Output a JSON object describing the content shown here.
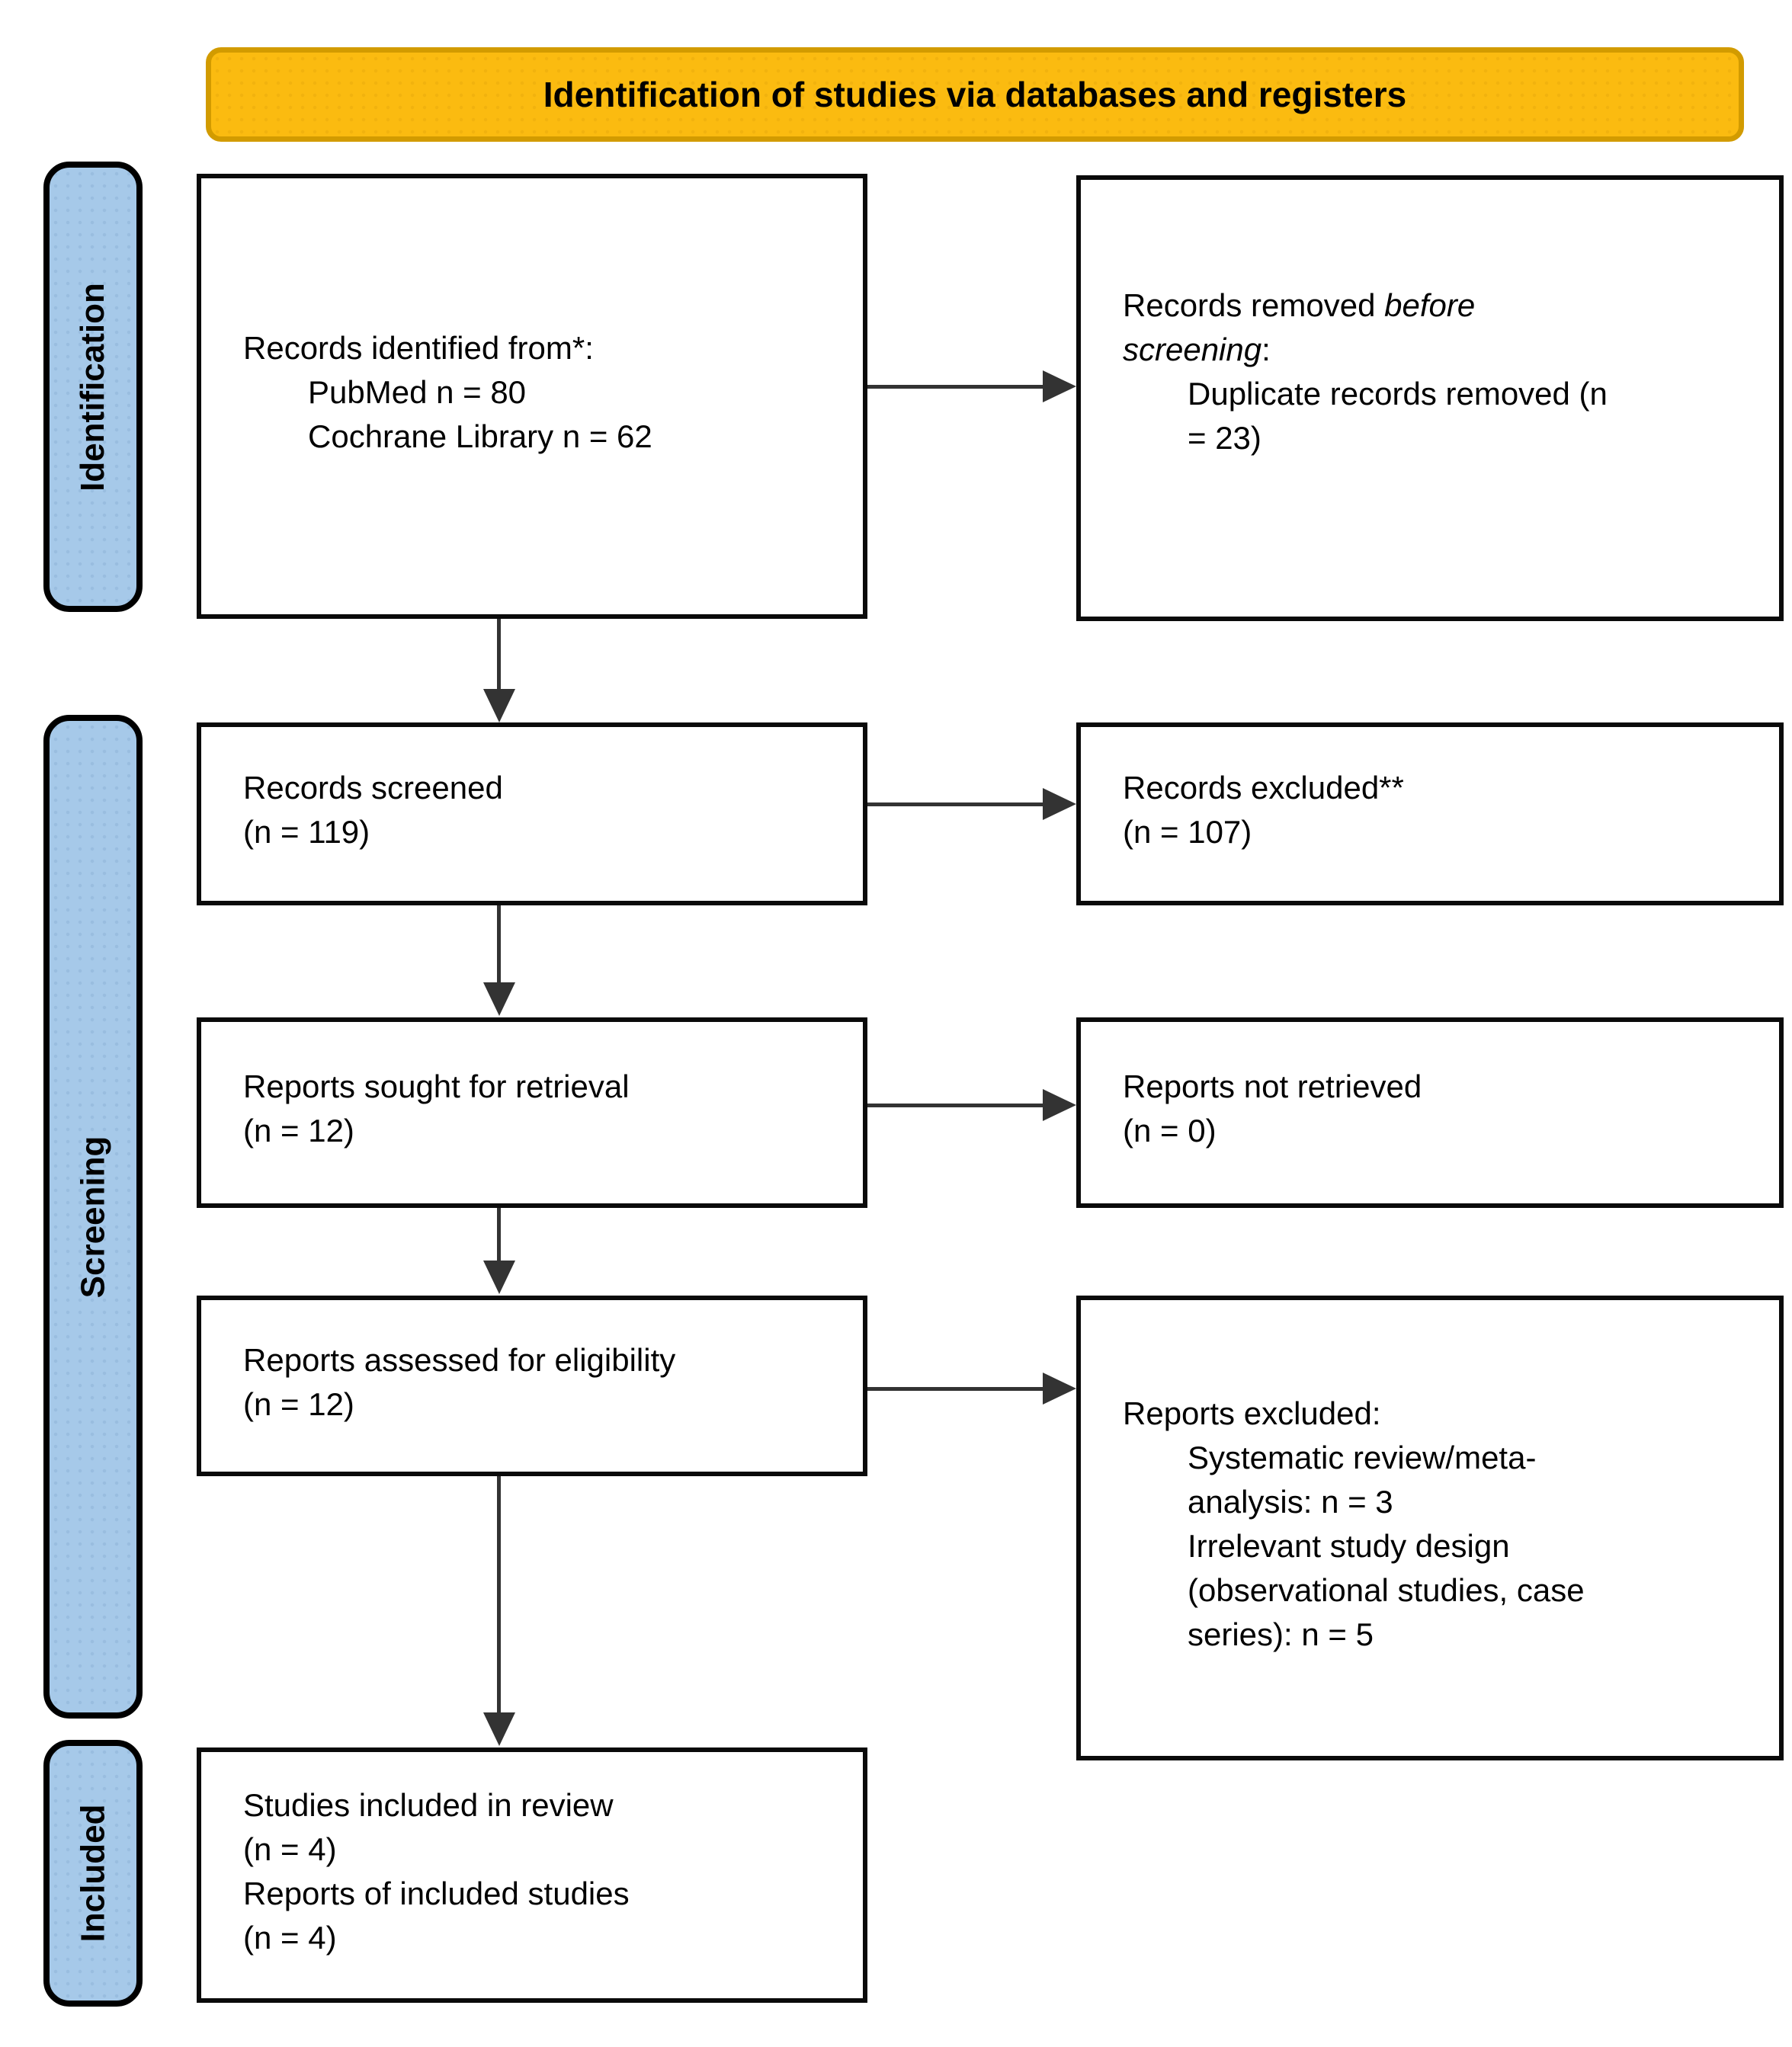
{
  "title_banner": "Identification of studies via databases and registers",
  "stages": {
    "identification": "Identification",
    "screening": "Screening",
    "included": "Included"
  },
  "boxes": {
    "records_identified": {
      "heading": "Records identified from*:",
      "items": [
        "PubMed n = 80",
        "Cochrane Library n = 62"
      ]
    },
    "records_removed": {
      "heading_normal": "Records removed ",
      "heading_italic_word_1": "before",
      "heading_italic_word_2": "screening",
      "heading_suffix": ":",
      "item_line_1": "Duplicate records removed (n",
      "item_line_2": "= 23)"
    },
    "records_screened": {
      "line_1": "Records screened",
      "line_2": "(n = 119)"
    },
    "records_excluded": {
      "line_1": "Records excluded**",
      "line_2": "(n = 107)"
    },
    "reports_sought": {
      "line_1": "Reports sought for retrieval",
      "line_2": "(n = 12)"
    },
    "reports_not_retrieved": {
      "line_1": "Reports not retrieved",
      "line_2": "(n = 0)"
    },
    "reports_assessed": {
      "line_1": "Reports assessed for eligibility",
      "line_2": "(n = 12)"
    },
    "reports_excluded": {
      "heading": "Reports excluded:",
      "item_1_line_1": "Systematic review/meta-",
      "item_1_line_2": "analysis: n = 3",
      "item_2_line_1": "Irrelevant study design",
      "item_2_line_2": "(observational studies, case",
      "item_2_line_3": "series): n = 5"
    },
    "studies_included": {
      "line_1": "Studies included in review",
      "line_2": "(n = 4)",
      "line_3": "Reports of included studies",
      "line_4": "(n = 4)"
    }
  },
  "colors": {
    "banner_fill": "#FBBB10",
    "banner_border": "#D29B00",
    "stage_fill": "#A6C9E9",
    "arrow": "#333333"
  }
}
